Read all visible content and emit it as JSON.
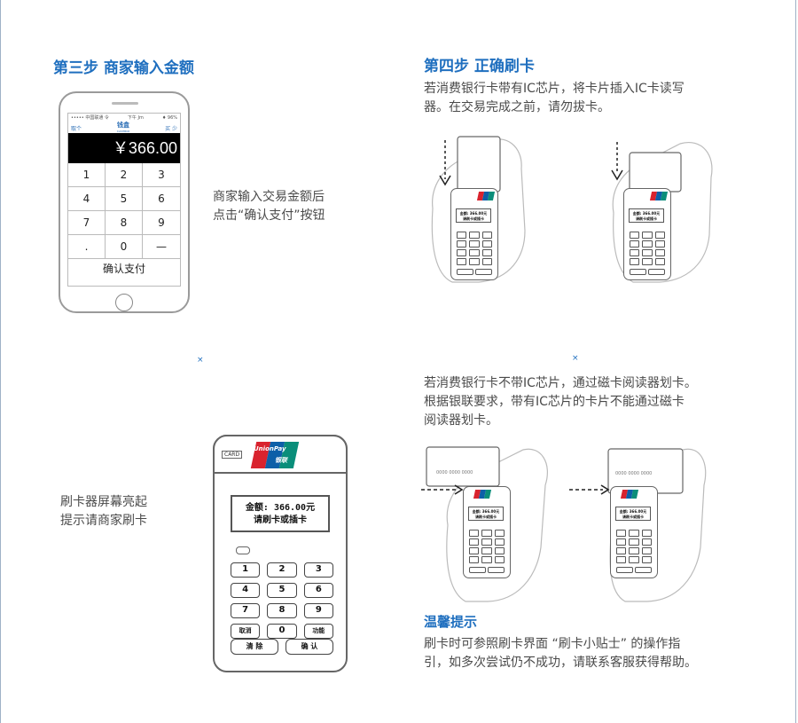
{
  "step3": {
    "title": "第三步 商家输入金额",
    "caption_line1": "商家输入交易金额后",
    "caption_line2": "点击“确认支付”按钮"
  },
  "phone": {
    "status_left": "••••• 中国联通 令",
    "status_center": "下午 Jm",
    "status_right": "♦ 96%",
    "nav_left": "取个",
    "nav_title": "钱盒",
    "nav_subtitle": "CASHBOX",
    "nav_right": "买 少",
    "amount": "￥366.00",
    "keys": [
      "1",
      "2",
      "3",
      "4",
      "5",
      "6",
      "7",
      "8",
      "9",
      ".",
      "0",
      "—"
    ],
    "confirm_label": "确认支付"
  },
  "step4": {
    "title": "第四步 正确刷卡",
    "ic_line1": "若消费银行卡带有IC芯片，将卡片插入IC卡读写",
    "ic_line2": "器。在交易完成之前，请勿拔卡。",
    "mag_line1": "若消费银行卡不带IC芯片，通过磁卡阅读器划卡。",
    "mag_line2": "根据银联要求，带有IC芯片的卡片不能通过磁卡",
    "mag_line3": "阅读器划卡。"
  },
  "terminal_caption": {
    "line1": "刷卡器屏幕亮起",
    "line2": "提示请商家刷卡"
  },
  "terminal": {
    "slot_label": "CARD",
    "brand": "UnionPay",
    "brand_cn": "银联",
    "lcd_line1": "金额: 366.00元",
    "lcd_line2": "请刷卡或插卡",
    "keys": [
      "1",
      "2",
      "3",
      "4",
      "5",
      "6",
      "7",
      "8",
      "9",
      "取消",
      "0",
      "功能"
    ],
    "clear_label": "清 除",
    "confirm_label": "确 认"
  },
  "mini_terminal": {
    "lcd_line1": "金额: 366.00元",
    "lcd_line2": "请刷卡或插卡",
    "card_number": "0000 0000 0000"
  },
  "tips": {
    "title": "温馨提示",
    "line1": "刷卡时可参照刷卡界面 “刷卡小贴士” 的操作指",
    "line2": "引，如多次尝试仍不成功，请联系客服获得帮助。"
  },
  "marks": {
    "cross": "×"
  },
  "colors": {
    "title_blue": "#1f6fbf",
    "unionpay_red": "#d9232e",
    "unionpay_blue": "#0d5fa8",
    "unionpay_green": "#0a8e7a"
  }
}
